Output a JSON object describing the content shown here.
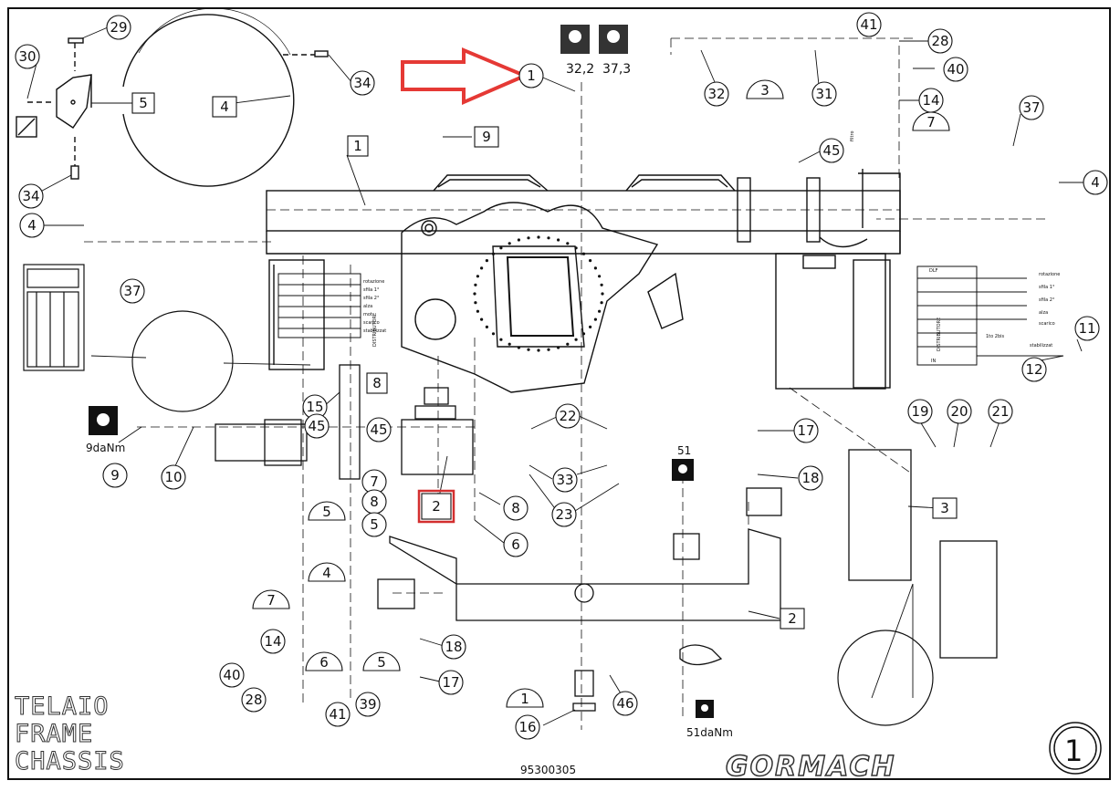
{
  "title_lines": [
    "TELAIO",
    "FRAME",
    "CHASSIS"
  ],
  "drawing_code": "95300305",
  "brand": "GORMACH",
  "sheet_number": "1",
  "torque_labels": {
    "left_wrench": "9daNm",
    "mid_wrench_top": "51",
    "mid_wrench_bottom": "51daNm",
    "top_left": "32,2",
    "top_right": "37,3"
  },
  "callouts": [
    {
      "id": "c29",
      "label": "29"
    },
    {
      "id": "c30",
      "label": "30"
    },
    {
      "id": "c34a",
      "label": "34"
    },
    {
      "id": "c34b",
      "label": "34"
    },
    {
      "id": "c4a",
      "label": "4"
    },
    {
      "id": "c37a",
      "label": "37"
    },
    {
      "id": "c1a",
      "label": "1"
    },
    {
      "id": "c32",
      "label": "32"
    },
    {
      "id": "c31",
      "label": "31"
    },
    {
      "id": "c41a",
      "label": "41"
    },
    {
      "id": "c28a",
      "label": "28"
    },
    {
      "id": "c40a",
      "label": "40"
    },
    {
      "id": "c14a",
      "label": "14"
    },
    {
      "id": "c45a",
      "label": "45"
    },
    {
      "id": "c37b",
      "label": "37"
    },
    {
      "id": "c4b",
      "label": "4"
    },
    {
      "id": "c11",
      "label": "11"
    },
    {
      "id": "c12",
      "label": "12"
    },
    {
      "id": "c15",
      "label": "15"
    },
    {
      "id": "c45b",
      "label": "45"
    },
    {
      "id": "c45c",
      "label": "45"
    },
    {
      "id": "c9b",
      "label": "9"
    },
    {
      "id": "c10",
      "label": "10"
    },
    {
      "id": "c22",
      "label": "22"
    },
    {
      "id": "c33",
      "label": "33"
    },
    {
      "id": "c23",
      "label": "23"
    },
    {
      "id": "c7a",
      "label": "7"
    },
    {
      "id": "c8a",
      "label": "8"
    },
    {
      "id": "c5a",
      "label": "5"
    },
    {
      "id": "c8b",
      "label": "8"
    },
    {
      "id": "c6a",
      "label": "6"
    },
    {
      "id": "c17a",
      "label": "17"
    },
    {
      "id": "c18a",
      "label": "18"
    },
    {
      "id": "c19",
      "label": "19"
    },
    {
      "id": "c20",
      "label": "20"
    },
    {
      "id": "c21",
      "label": "21"
    },
    {
      "id": "c18b",
      "label": "18"
    },
    {
      "id": "c17b",
      "label": "17"
    },
    {
      "id": "c14b",
      "label": "14"
    },
    {
      "id": "c40b",
      "label": "40"
    },
    {
      "id": "c28b",
      "label": "28"
    },
    {
      "id": "c41b",
      "label": "41"
    },
    {
      "id": "c39",
      "label": "39"
    },
    {
      "id": "c46",
      "label": "46"
    },
    {
      "id": "c16",
      "label": "16"
    }
  ],
  "boxed_labels": [
    {
      "id": "b5",
      "label": "5"
    },
    {
      "id": "b4",
      "label": "4"
    },
    {
      "id": "b1",
      "label": "1"
    },
    {
      "id": "b9",
      "label": "9"
    },
    {
      "id": "b8",
      "label": "8"
    },
    {
      "id": "b2a",
      "label": "2"
    },
    {
      "id": "b3",
      "label": "3"
    },
    {
      "id": "b2b",
      "label": "2"
    }
  ],
  "halfmoons": [
    {
      "id": "h3",
      "label": "3"
    },
    {
      "id": "h7a",
      "label": "7"
    },
    {
      "id": "h5a",
      "label": "5"
    },
    {
      "id": "h4",
      "label": "4"
    },
    {
      "id": "h7b",
      "label": "7"
    },
    {
      "id": "h6",
      "label": "6"
    },
    {
      "id": "h5b",
      "label": "5"
    },
    {
      "id": "h1",
      "label": "1"
    }
  ],
  "valve_labels": {
    "left_rows": [
      "rotazione",
      "sfila 1°",
      "sfila 2°",
      "alza",
      "mot",
      "scarico",
      "stabilizzat"
    ],
    "left_vertical": "DISTRIBUTORE",
    "right_header": "DLF",
    "right_rows": [
      "rotazione",
      "sfila 1°",
      "sfila 2°",
      "alza",
      "scarico",
      "stabilizzat"
    ],
    "right_vertical": "DISTRIBUTORE",
    "right_extra": "1to 2bis",
    "right_bottom": "IN",
    "filter": "filtro"
  },
  "colors": {
    "arrow": "#e53935",
    "highlight": "#d32f2f",
    "ink": "#111111"
  }
}
